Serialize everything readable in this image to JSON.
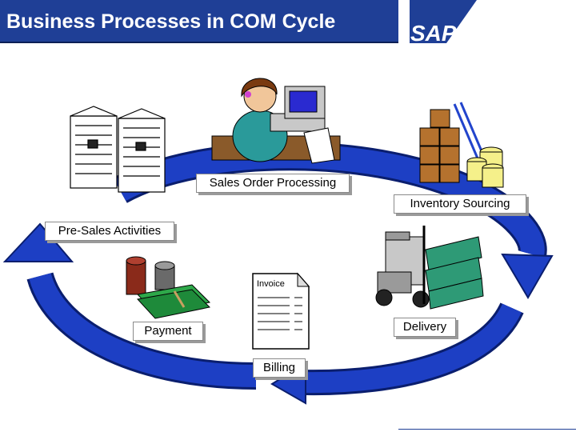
{
  "title": "Business Processes in COM Cycle",
  "logo_text": "SAP",
  "colors": {
    "title_bg": "#1f3f96",
    "arrow_blue": "#1d3fc4",
    "arrow_dark": "#0a1e6e",
    "box_green": "#2e9a76",
    "box_brown": "#b5722e",
    "money_green": "#2ea84a"
  },
  "icons": [
    "documents-icon",
    "sales-rep-computer-icon",
    "warehouse-icon",
    "coins-money-icon",
    "forklift-icon",
    "invoice-icon"
  ],
  "steps": {
    "sales_order": "Sales Order Processing",
    "inventory": "Inventory Sourcing",
    "pre_sales": "Pre-Sales Activities",
    "payment": "Payment",
    "delivery": "Delivery",
    "billing": "Billing"
  },
  "invoice_label": "Invoice"
}
